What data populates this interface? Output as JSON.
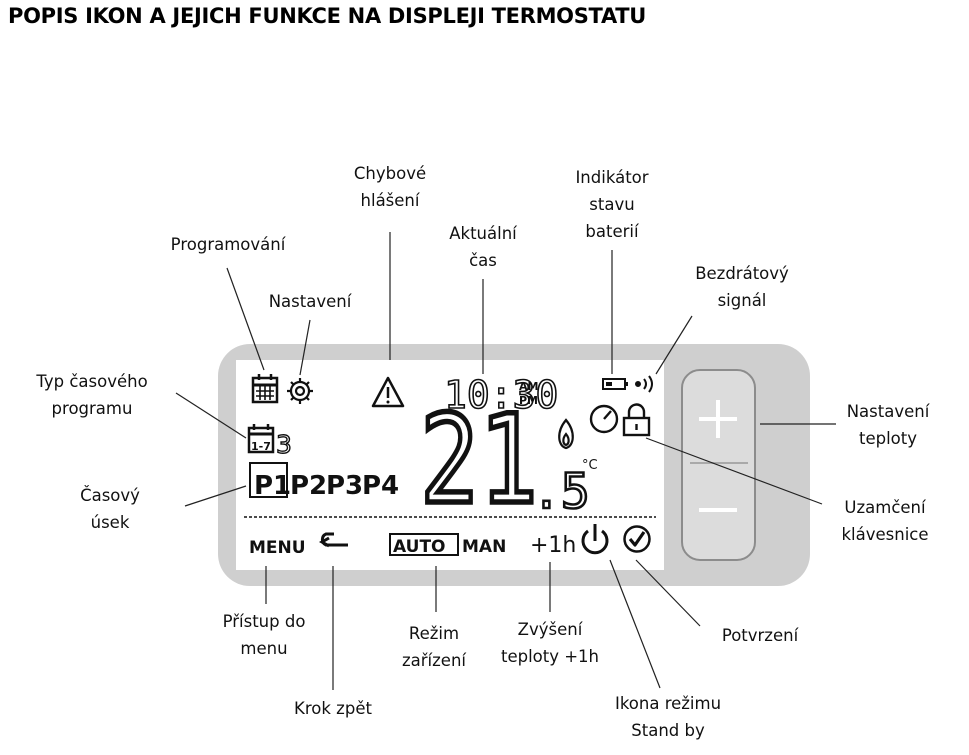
{
  "title": "POPIS IKON A JEJICH FUNKCE NA DISPLEJI TERMOSTATU",
  "display": {
    "time": "10:30",
    "am": "AM",
    "pm": "PM",
    "program_days_icon": "1-7",
    "program_type": "3",
    "time_slots": [
      "P1",
      "P2",
      "P3",
      "P4"
    ],
    "temp_integer": "21",
    "temp_decimal": ".5",
    "temp_unit": "°C",
    "menu": "MENU",
    "mode_auto": "AUTO",
    "mode_man": "MAN",
    "boost": "+1h"
  },
  "labels": {
    "programovani": [
      "Programování"
    ],
    "nastaveni": [
      "Nastavení"
    ],
    "chybove_hlaseni": [
      "Chybové",
      "hlášení"
    ],
    "aktualni_cas": [
      "Aktuální",
      "čas"
    ],
    "indikator_baterii": [
      "Indikátor",
      "stavu",
      "baterií"
    ],
    "bezdratovy_signal": [
      "Bezdrátový",
      "signál"
    ],
    "typ_programu": [
      "Typ časového",
      "programu"
    ],
    "casovy_usek": [
      "Časový",
      "úsek"
    ],
    "nastaveni_teploty": [
      "Nastavení",
      "teploty"
    ],
    "uzamceni": [
      "Uzamčení",
      "klávesnice"
    ],
    "pristup_menu": [
      "Přístup do",
      "menu"
    ],
    "rezim": [
      "Režim",
      "zařízení"
    ],
    "zvyseni": [
      "Zvýšení",
      "teploty +1h"
    ],
    "potvrzeni": [
      "Potvrzení"
    ],
    "krok_zpet": [
      "Krok zpět"
    ],
    "standby": [
      "Ikona režimu",
      "Stand by"
    ]
  },
  "icons": [
    "calendar-icon",
    "gear-icon",
    "warning-icon",
    "battery-icon",
    "wireless-signal-icon",
    "flame-icon",
    "timer-icon",
    "lock-icon",
    "back-arrow-icon",
    "power-icon",
    "check-icon",
    "plus-icon",
    "minus-icon"
  ],
  "colors": {
    "device_body": "#cfcfcf",
    "screen": "#ffffff",
    "text": "#111111"
  }
}
